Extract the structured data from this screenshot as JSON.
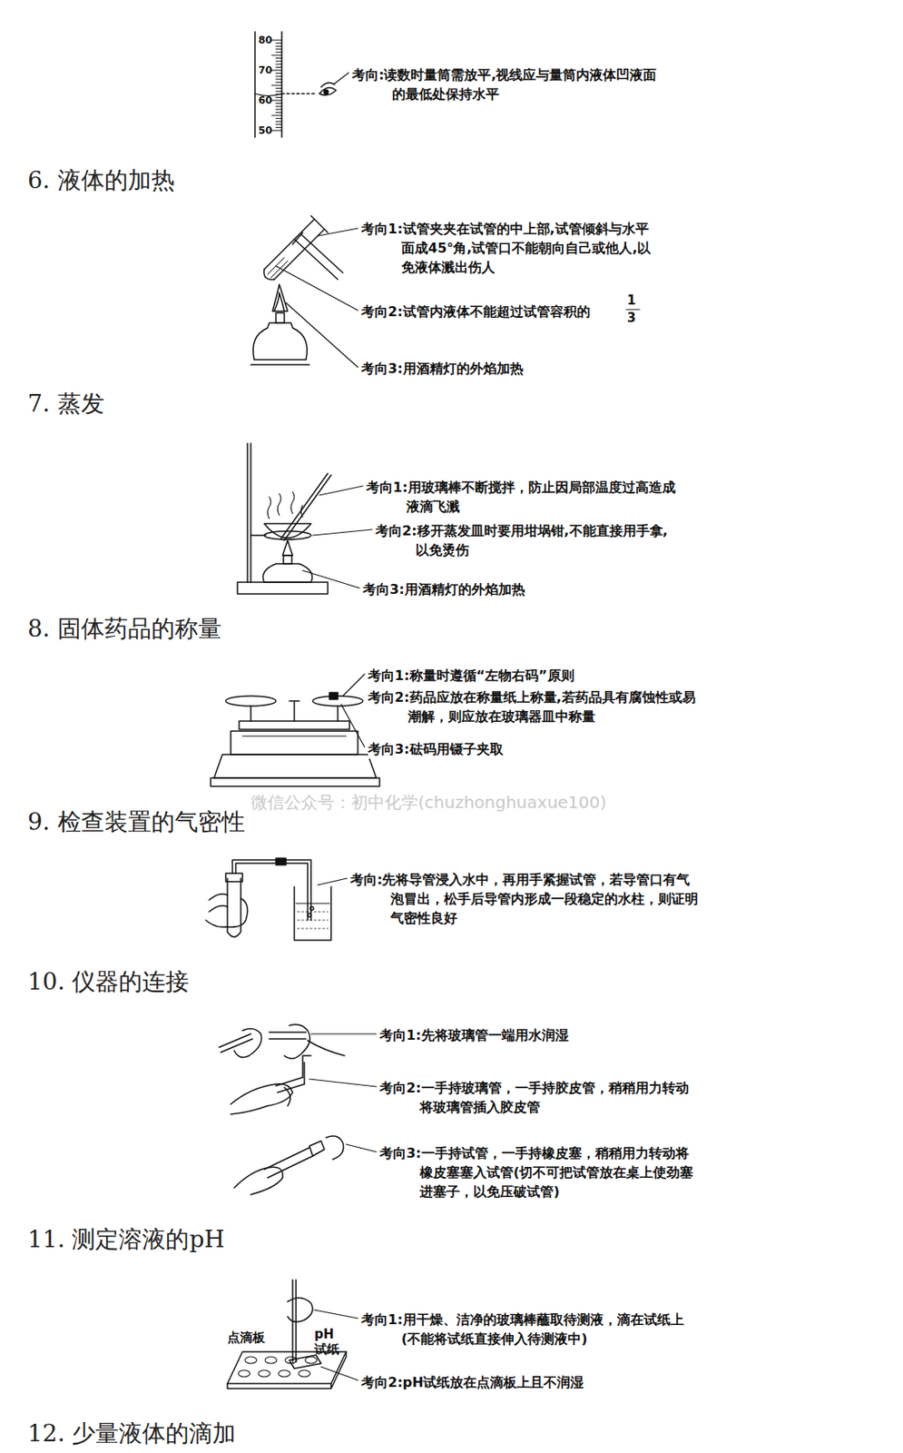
{
  "diagram": {
    "labels": [
      "80",
      "70",
      "60",
      "50",
      "考向:读数时量筒需放平,视线应与量筒内液体凹液面的最低处保持水平",
      "6. 液体的加热",
      "考向1:试管夹夹在试管的中上部,试管倾斜与水平面成45°角,试管口不能朝向自己或他人,以免液体溅出伤人",
      "考向2:试管内液体不能超过试管容积的",
      "1",
      "3",
      "考向3:用酒精灯的外焰加热",
      "7. 蒸发",
      "考向1:用玻璃棒不断搅拌，防止因局部温度过高造成液滴飞溅",
      "考向2:移开蒸发皿时要用坩埚钳,不能直接用手拿,以免烫伤",
      "考向3:用酒精灯的外焰加热",
      "8. 固体药品的称量",
      "考向1:称量时遵循“左物右码”原则",
      "考向2:药品应放在称量纸上称量,若药品具有腐蚀性或易潮解，则应放在玻璃器皿中称量",
      "考向3:砝码用镊子夹取",
      "微信公众号：初中化学(chuzhonghuaxue100)",
      "9. 检查装置的气密性",
      "考向:先将导管浸入水中，再用手紧握试管，若导管口有气泡冒出，松手后导管内形成一段稳定的水柱，则证明气密性良好",
      "10. 仪器的连接",
      "考向1:先将玻璃管一端用水润湿",
      "考向2:一手持玻璃管，一手持胶皮管，稍稍用力转动将玻璃管插入胶皮管",
      "考向3:一手持试管，一手持橡皮塞，稍稍用力转动将橡皮塞塞入试管(切不可把试管放在桌上使劲塞进塞子，以免压破试管)",
      "11. 测定溶液的pH",
      "考向1:用干燥、洁净的玻璃棒蘸取待测液，滴在试纸上(不能将试纸直接伸入待测液中)",
      "点滴板",
      "pH 试纸",
      "考向2:pH试纸放在点滴板上且不润湿",
      "12. 少量液体的滴加"
    ]
  }
}
